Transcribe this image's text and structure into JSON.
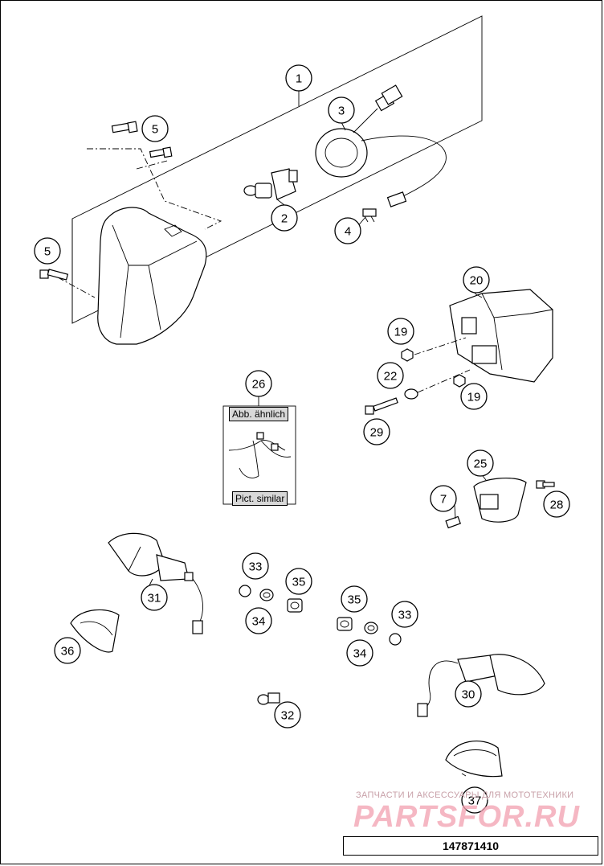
{
  "diagram": {
    "part_number": "147871410",
    "inset_labels": {
      "top": "Abb. ähnlich",
      "bottom": "Pict. similar"
    },
    "watermark": {
      "top_text": "ЗАПЧАСТИ И АКСЕССУАРЫ ДЛЯ МОТОТЕХНИКИ",
      "logo_text": "PARTSFOR.RU"
    },
    "callouts": [
      {
        "id": "c1",
        "label": "1"
      },
      {
        "id": "c3",
        "label": "3"
      },
      {
        "id": "c5a",
        "label": "5"
      },
      {
        "id": "c2",
        "label": "2"
      },
      {
        "id": "c4",
        "label": "4"
      },
      {
        "id": "c5b",
        "label": "5"
      },
      {
        "id": "c20",
        "label": "20"
      },
      {
        "id": "c19a",
        "label": "19"
      },
      {
        "id": "c22",
        "label": "22"
      },
      {
        "id": "c19b",
        "label": "19"
      },
      {
        "id": "c29",
        "label": "29"
      },
      {
        "id": "c26",
        "label": "26"
      },
      {
        "id": "c25",
        "label": "25"
      },
      {
        "id": "c7",
        "label": "7"
      },
      {
        "id": "c28",
        "label": "28"
      },
      {
        "id": "c33a",
        "label": "33"
      },
      {
        "id": "c35a",
        "label": "35"
      },
      {
        "id": "c31",
        "label": "31"
      },
      {
        "id": "c34a",
        "label": "34"
      },
      {
        "id": "c35b",
        "label": "35"
      },
      {
        "id": "c33b",
        "label": "33"
      },
      {
        "id": "c34b",
        "label": "34"
      },
      {
        "id": "c36",
        "label": "36"
      },
      {
        "id": "c30",
        "label": "30"
      },
      {
        "id": "c32",
        "label": "32"
      },
      {
        "id": "c37",
        "label": "37"
      }
    ]
  }
}
